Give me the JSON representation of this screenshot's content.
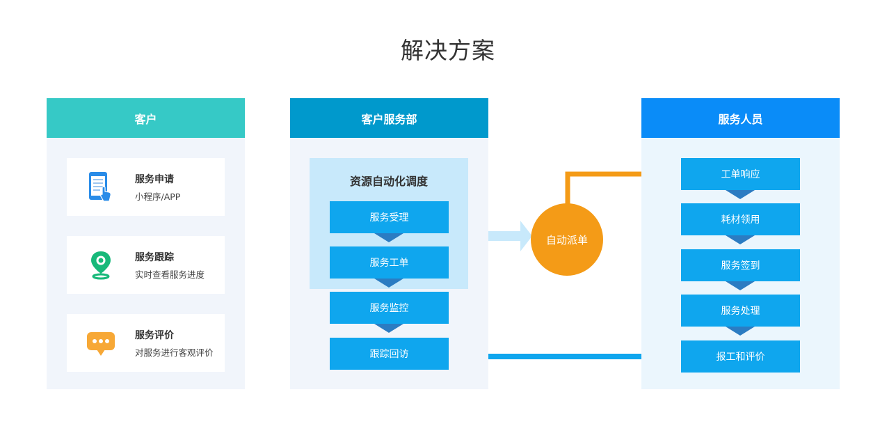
{
  "title": "解决方案",
  "columns": {
    "customer": {
      "header": "客户",
      "header_color": "#36c9c6",
      "cards": [
        {
          "title": "服务申请",
          "subtitle": "小程序/APP",
          "icon": "mobile-app-icon"
        },
        {
          "title": "服务跟踪",
          "subtitle": "实时查看服务进度",
          "icon": "location-pin-icon"
        },
        {
          "title": "服务评价",
          "subtitle": "对服务进行客观评价",
          "icon": "chat-bubble-icon"
        }
      ]
    },
    "service_dept": {
      "header": "客户服务部",
      "header_color": "#0099cc",
      "group_title": "资源自动化调度",
      "steps": [
        "服务受理",
        "服务工单",
        "服务监控",
        "跟踪回访"
      ]
    },
    "staff": {
      "header": "服务人员",
      "header_color": "#0a8cf8",
      "steps": [
        "工单响应",
        "耗材领用",
        "服务签到",
        "服务处理",
        "报工和评价"
      ]
    }
  },
  "dispatch": {
    "label": "自动派单",
    "color": "#f49b17"
  }
}
